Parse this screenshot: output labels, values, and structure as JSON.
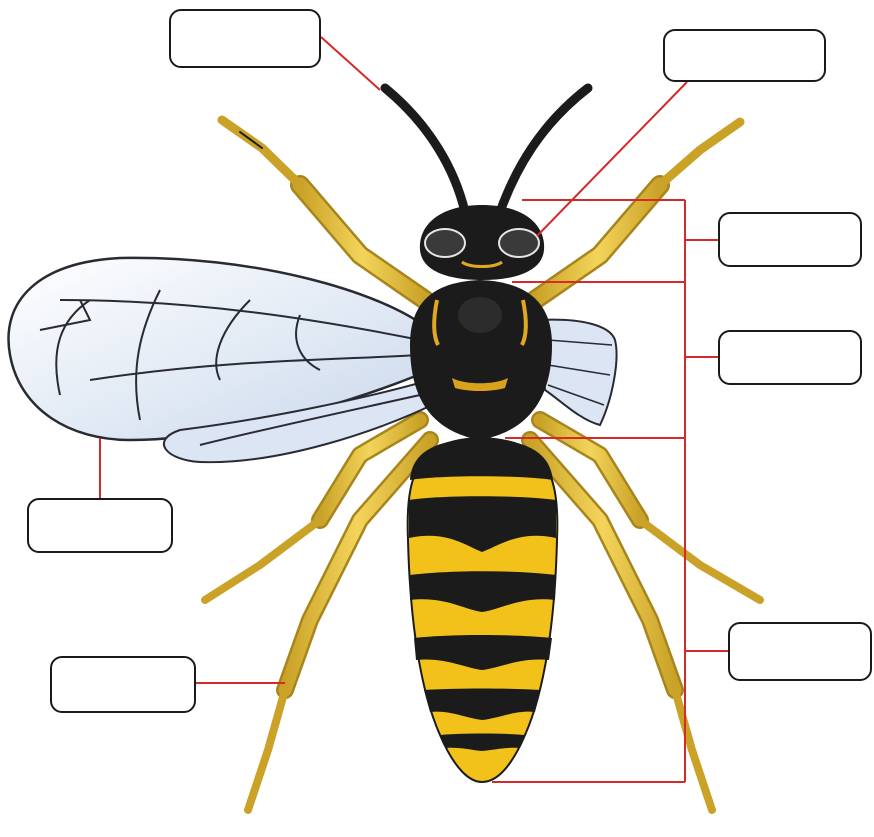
{
  "diagram": {
    "subject": "wasp",
    "label_boxes": [
      {
        "id": "antenna",
        "text": ""
      },
      {
        "id": "eye",
        "text": ""
      },
      {
        "id": "head",
        "text": ""
      },
      {
        "id": "thorax",
        "text": ""
      },
      {
        "id": "wing",
        "text": ""
      },
      {
        "id": "leg",
        "text": ""
      },
      {
        "id": "abdomen",
        "text": ""
      }
    ],
    "colors": {
      "leader_line": "#d42a2a",
      "box_border": "#1a1a1a",
      "body_yellow": "#f2c21b",
      "body_black": "#1b1b1b",
      "leg_yellow": "#e9c64a",
      "wing_fill": "#e6eef8",
      "wing_vein": "#2a2a33"
    }
  }
}
